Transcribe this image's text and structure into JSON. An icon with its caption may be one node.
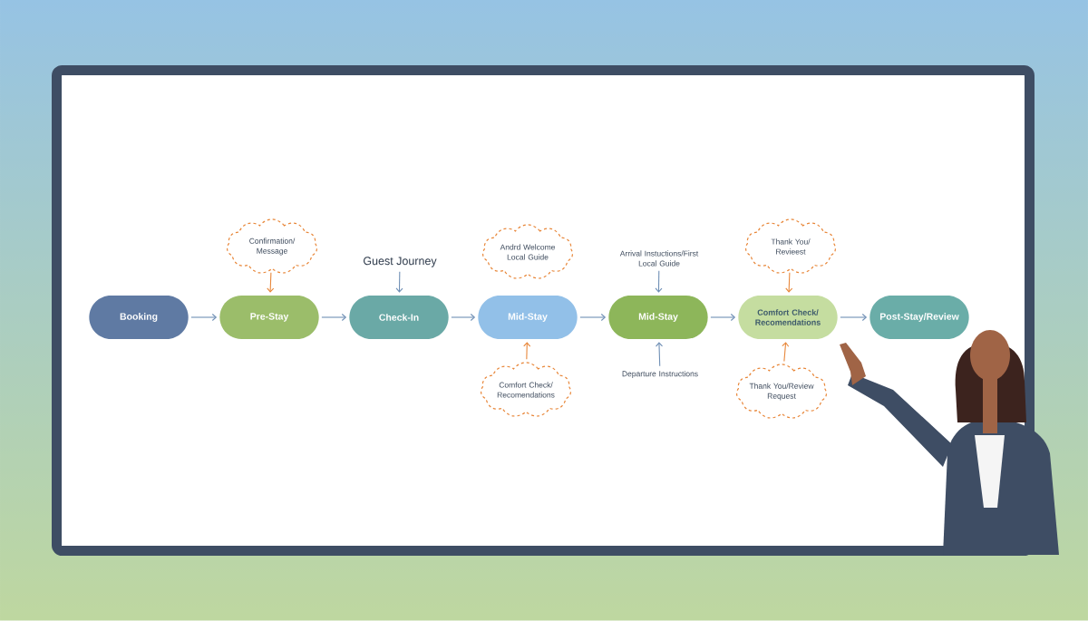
{
  "diagram": {
    "nodes": [
      {
        "text": [
          "Booking"
        ]
      },
      {
        "text": [
          "Pre-Stay"
        ]
      },
      {
        "text": [
          "Check-In"
        ]
      },
      {
        "text": [
          "Mid-Stay"
        ]
      },
      {
        "text": [
          "Mid-Stay"
        ]
      },
      {
        "text": [
          "Comfort Check/ Recomendations"
        ]
      },
      {
        "text": [
          "Post-Stay/Review"
        ]
      },
      {
        "text": [
          "Confirmation/ Message"
        ]
      },
      {
        "text": [
          "Guest Journey"
        ]
      },
      {
        "text": [
          "Andrd Welcome Local Guide"
        ]
      },
      {
        "text": [
          "Comfort Check/ Recomendations"
        ]
      },
      {
        "text": [
          "Arrival Instuctions/First Local Guide"
        ]
      },
      {
        "text": [
          "Departure Instructions"
        ]
      },
      {
        "text": [
          "Thank You/ Revieest"
        ]
      },
      {
        "text": [
          "Thank You/Review Request"
        ]
      }
    ],
    "edges": [
      {
        "from": 0,
        "to": 1,
        "arrow": "to"
      },
      {
        "from": 1,
        "to": 2,
        "arrow": "to"
      },
      {
        "from": 2,
        "to": 3,
        "arrow": "to"
      },
      {
        "from": 3,
        "to": 4,
        "arrow": "to"
      },
      {
        "from": 4,
        "to": 5,
        "arrow": "to"
      },
      {
        "from": 5,
        "to": 6,
        "arrow": "to"
      },
      {
        "from": 7,
        "to": 1,
        "arrow": "to",
        "color": "#e8873a"
      },
      {
        "from": 8,
        "to": 2,
        "arrow": "to"
      },
      {
        "from": 10,
        "to": 3,
        "arrow": "to",
        "color": "#e8873a"
      },
      {
        "from": 11,
        "to": 4,
        "arrow": "to"
      },
      {
        "from": 12,
        "to": 4,
        "arrow": "to"
      },
      {
        "from": 13,
        "to": 5,
        "arrow": "to",
        "color": "#e8873a"
      },
      {
        "from": 14,
        "to": 5,
        "arrow": "to",
        "color": "#e8873a"
      }
    ]
  }
}
